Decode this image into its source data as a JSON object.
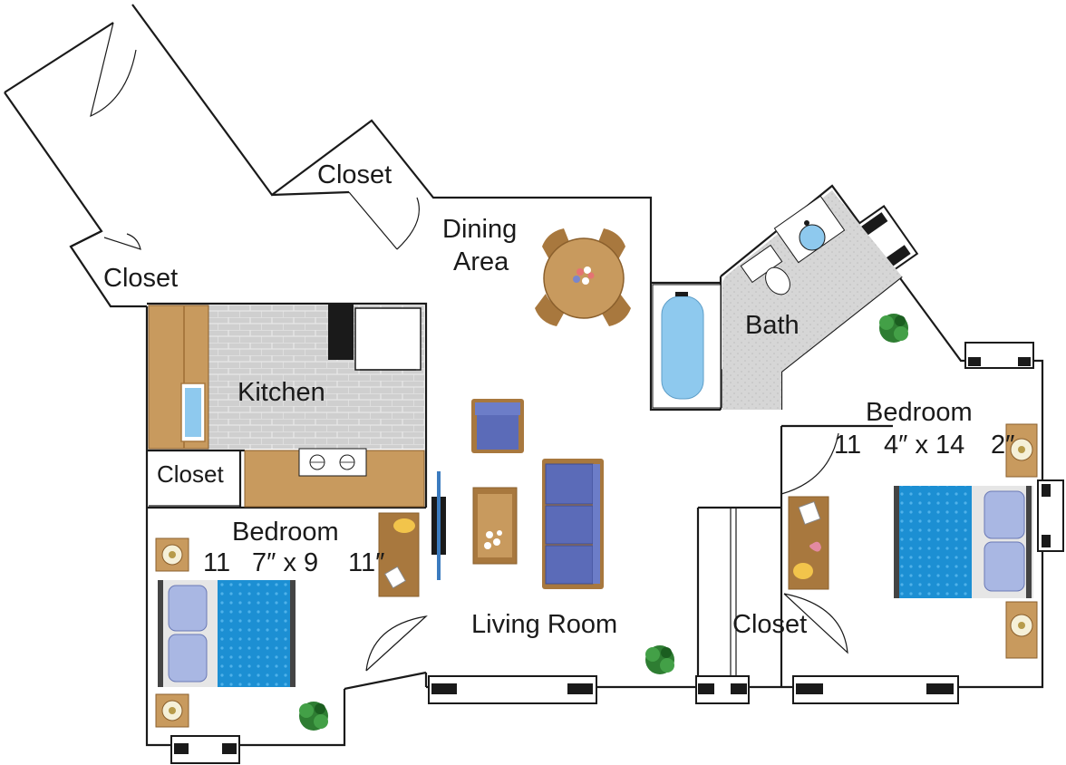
{
  "rooms": {
    "closet_top": "Closet",
    "closet_left": "Closet",
    "dining": [
      "Dining",
      "Area"
    ],
    "kitchen": "Kitchen",
    "bath": "Bath",
    "closet_kitchen": "Closet",
    "bedroom_left": {
      "name": "Bedroom",
      "dims": [
        "11",
        "7″ x 9",
        "11″"
      ]
    },
    "living": "Living Room",
    "bedroom_right": {
      "name": "Bedroom",
      "dims": [
        "11",
        "4″ x 14",
        "2″"
      ]
    },
    "closet_right": "Closet"
  },
  "colors": {
    "wall": "#1a1a1a",
    "wood": "#c89a5e",
    "wood_dark": "#a8783e",
    "tile": "#cfcfcf",
    "bath_floor": "#d4d4d4",
    "sofa": "#5b6bb8",
    "bed_blue": "#1c8fd3",
    "pillow": "#a9b7e3",
    "plant": "#2e7d32",
    "water": "#8ec9ee"
  }
}
